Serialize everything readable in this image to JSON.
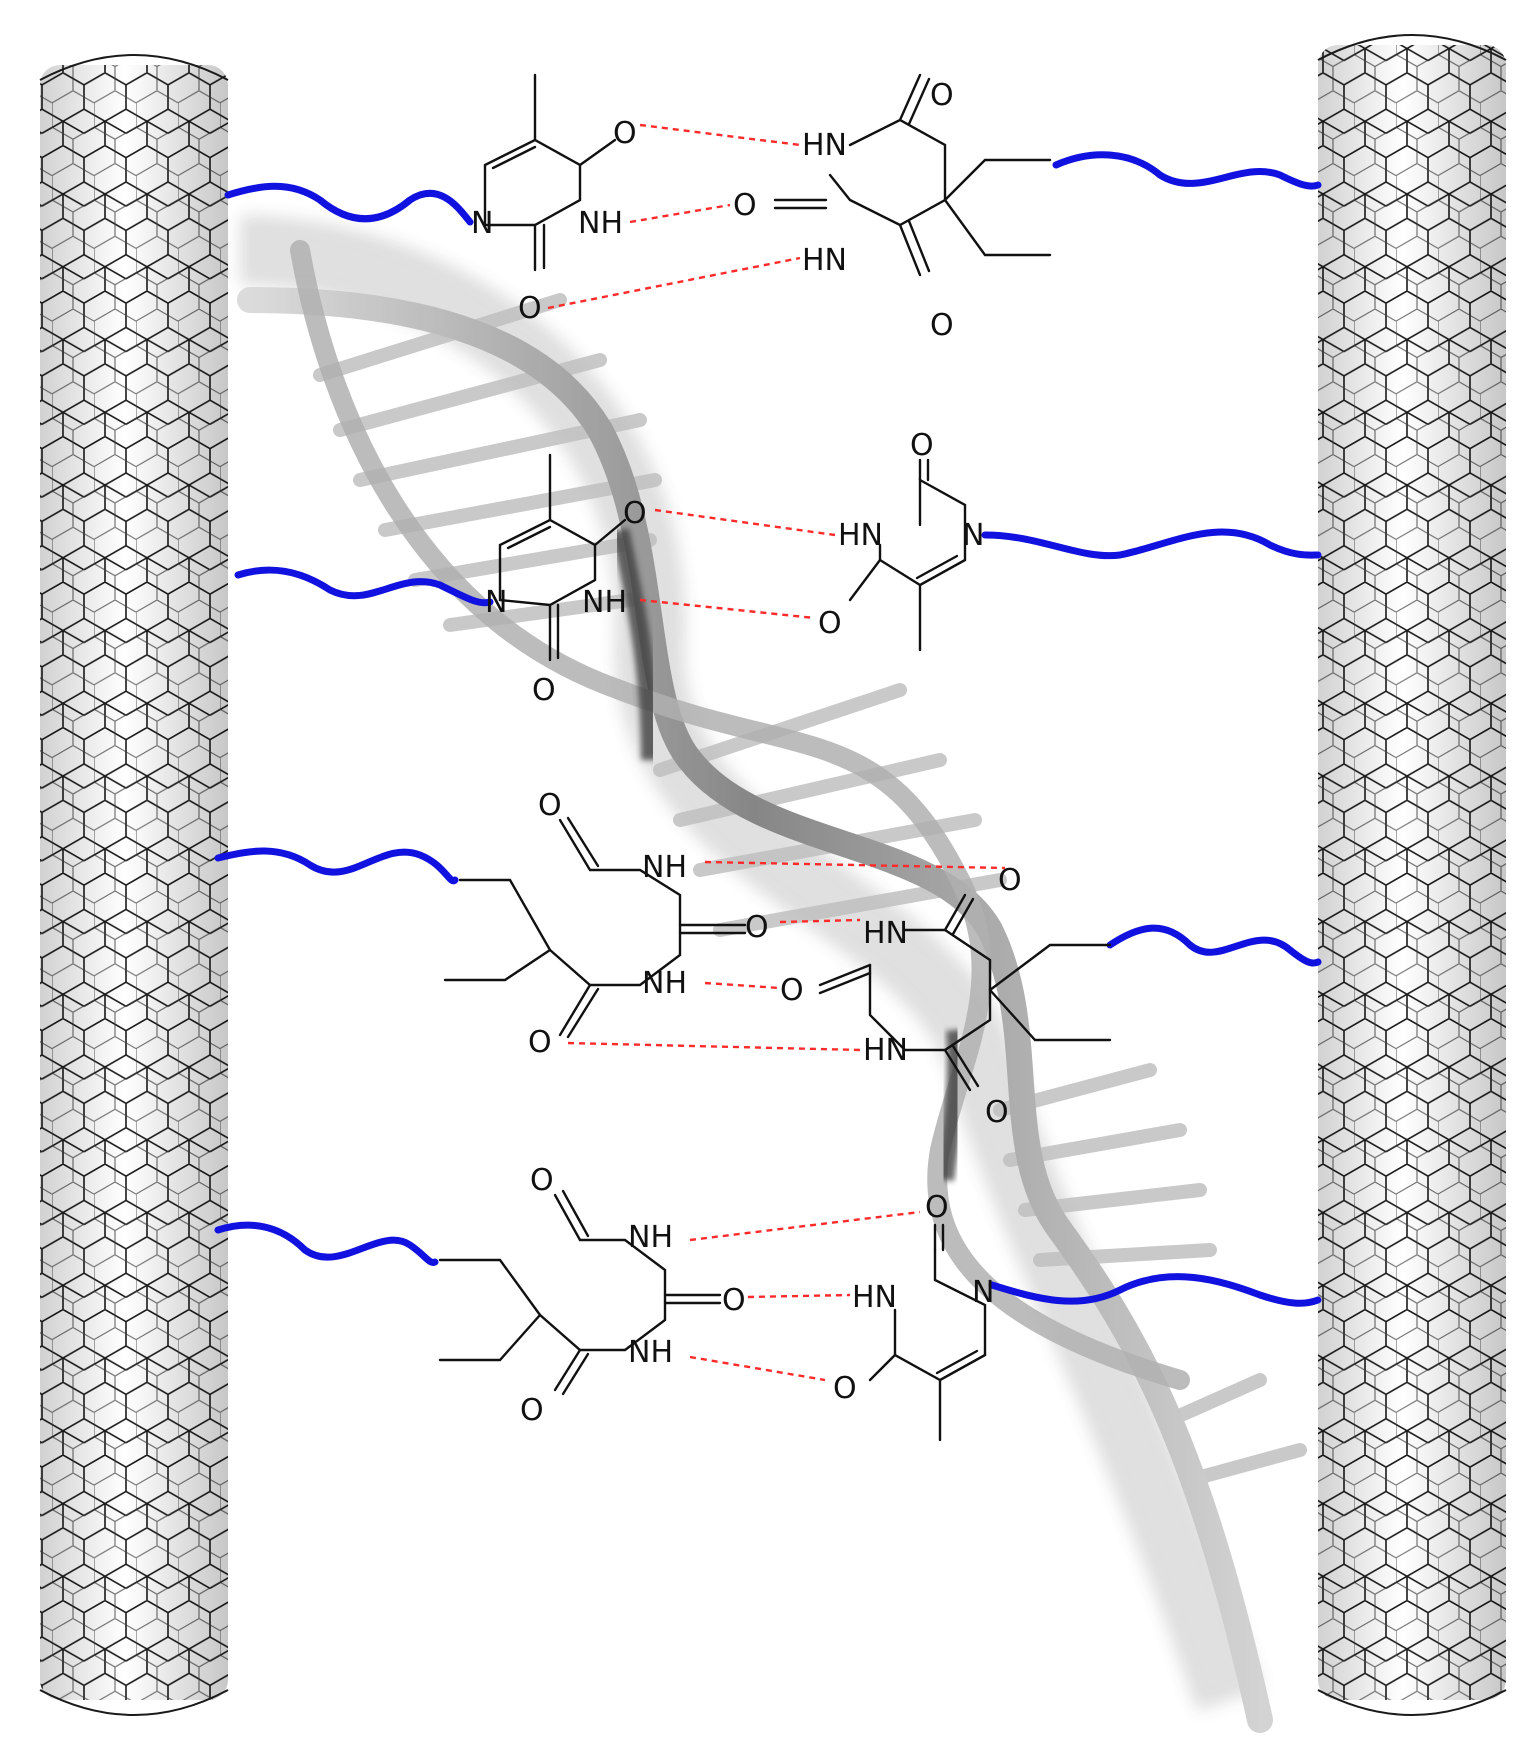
{
  "colors": {
    "linker": "#1212e0",
    "hydrogen_bond": "#ff2a2a",
    "bond": "#111111",
    "helix": "#8a8a8a",
    "nanotube": "#1a1a1a",
    "background": "#ffffff"
  },
  "atoms": {
    "o": "O",
    "nh": "NH",
    "hn": "HN",
    "n": "N"
  }
}
